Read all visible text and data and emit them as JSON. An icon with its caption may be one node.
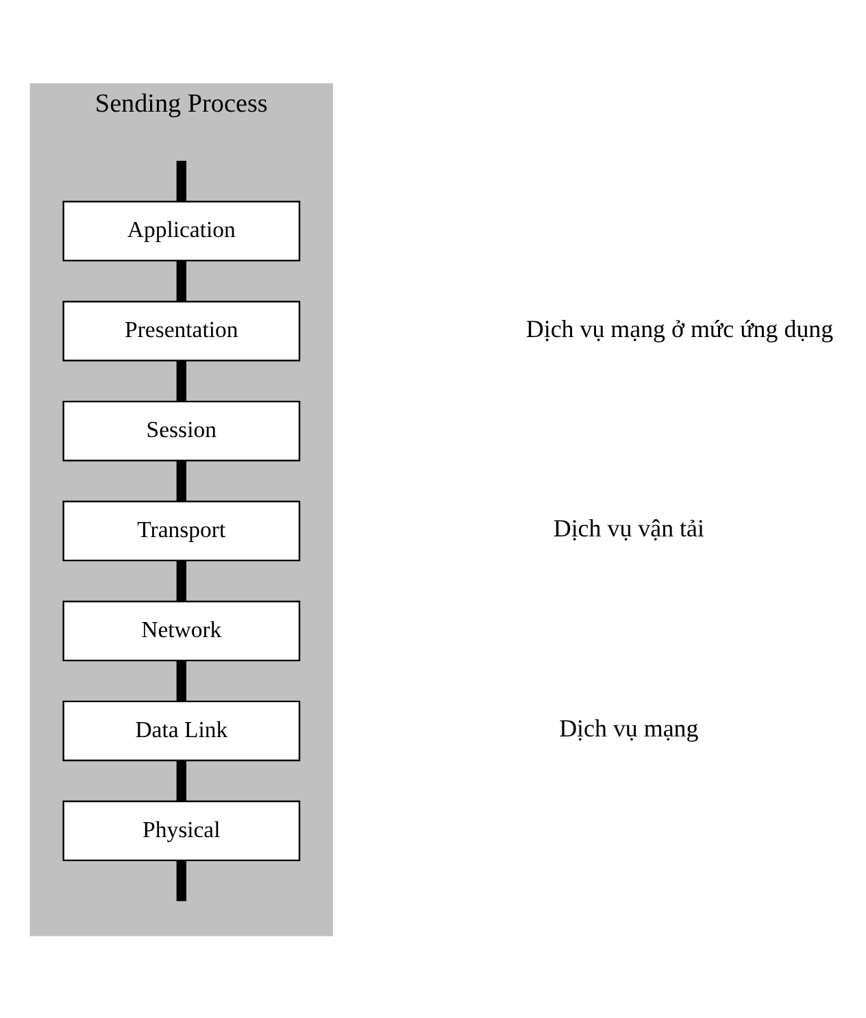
{
  "diagram": {
    "nodes": [
      {
        "text": [
          "Sending Process"
        ]
      },
      {
        "text": [
          "Application"
        ],
        "in": 0
      },
      {
        "text": [
          "Presentation"
        ],
        "in": 0
      },
      {
        "text": [
          "Session"
        ],
        "in": 0
      },
      {
        "text": [
          "Transport"
        ],
        "in": 0
      },
      {
        "text": [
          "Network"
        ],
        "in": 0
      },
      {
        "text": [
          "Data Link"
        ],
        "in": 0
      },
      {
        "text": [
          "Physical"
        ],
        "in": 0
      }
    ],
    "edges": [
      {
        "from": null,
        "to": 1,
        "arrow": "none"
      },
      {
        "from": 1,
        "to": 2,
        "arrow": "none"
      },
      {
        "from": 2,
        "to": 3,
        "arrow": "none"
      },
      {
        "from": 3,
        "to": 4,
        "arrow": "none"
      },
      {
        "from": 4,
        "to": 5,
        "arrow": "none"
      },
      {
        "from": 5,
        "to": 6,
        "arrow": "none"
      },
      {
        "from": 6,
        "to": 7,
        "arrow": "none"
      },
      {
        "from": 7,
        "to": null,
        "arrow": "none"
      }
    ],
    "labels": [
      "Dịch vụ mạng ở mức ứng dụng",
      "Dịch vụ vận tải",
      "Dịch vụ mạng"
    ]
  }
}
